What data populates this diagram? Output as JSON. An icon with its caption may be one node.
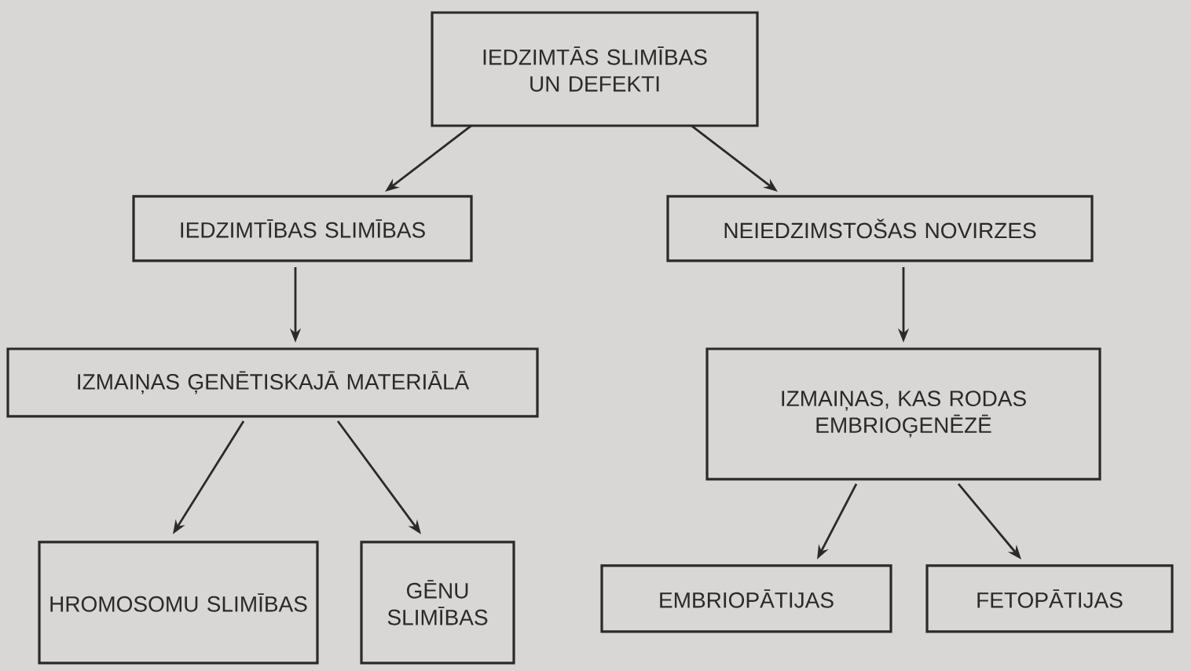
{
  "diagram": {
    "nodes": [
      {
        "text": [
          "IEDZIMTĀS SLIMĪBAS UN DEFEKTI"
        ]
      },
      {
        "text": [
          "IEDZIMTĪBAS SLIMĪBAS"
        ]
      },
      {
        "text": [
          "NEIEDZIMSTOŠAS NOVIRZES"
        ]
      },
      {
        "text": [
          "IZMAIŅAS ĢENĒTISKAJĀ MATERIĀLĀ"
        ]
      },
      {
        "text": [
          "IZMAIŅAS, KAS RODAS EMBRIOĢENĒZĒ"
        ]
      },
      {
        "text": [
          "HROMOSOMU SLIMĪBAS"
        ]
      },
      {
        "text": [
          "GĒNU SLIMĪBAS"
        ]
      },
      {
        "text": [
          "EMBRIOPĀTIJAS"
        ]
      },
      {
        "text": [
          "FETOPĀTIJAS"
        ]
      }
    ],
    "edges": [
      {
        "from": 0,
        "to": 1,
        "arrow": "to"
      },
      {
        "from": 0,
        "to": 2,
        "arrow": "to"
      },
      {
        "from": 1,
        "to": 3,
        "arrow": "to"
      },
      {
        "from": 2,
        "to": 4,
        "arrow": "to"
      },
      {
        "from": 3,
        "to": 5,
        "arrow": "to"
      },
      {
        "from": 3,
        "to": 6,
        "arrow": "to"
      },
      {
        "from": 4,
        "to": 7,
        "arrow": "to"
      },
      {
        "from": 4,
        "to": 8,
        "arrow": "to"
      }
    ]
  }
}
